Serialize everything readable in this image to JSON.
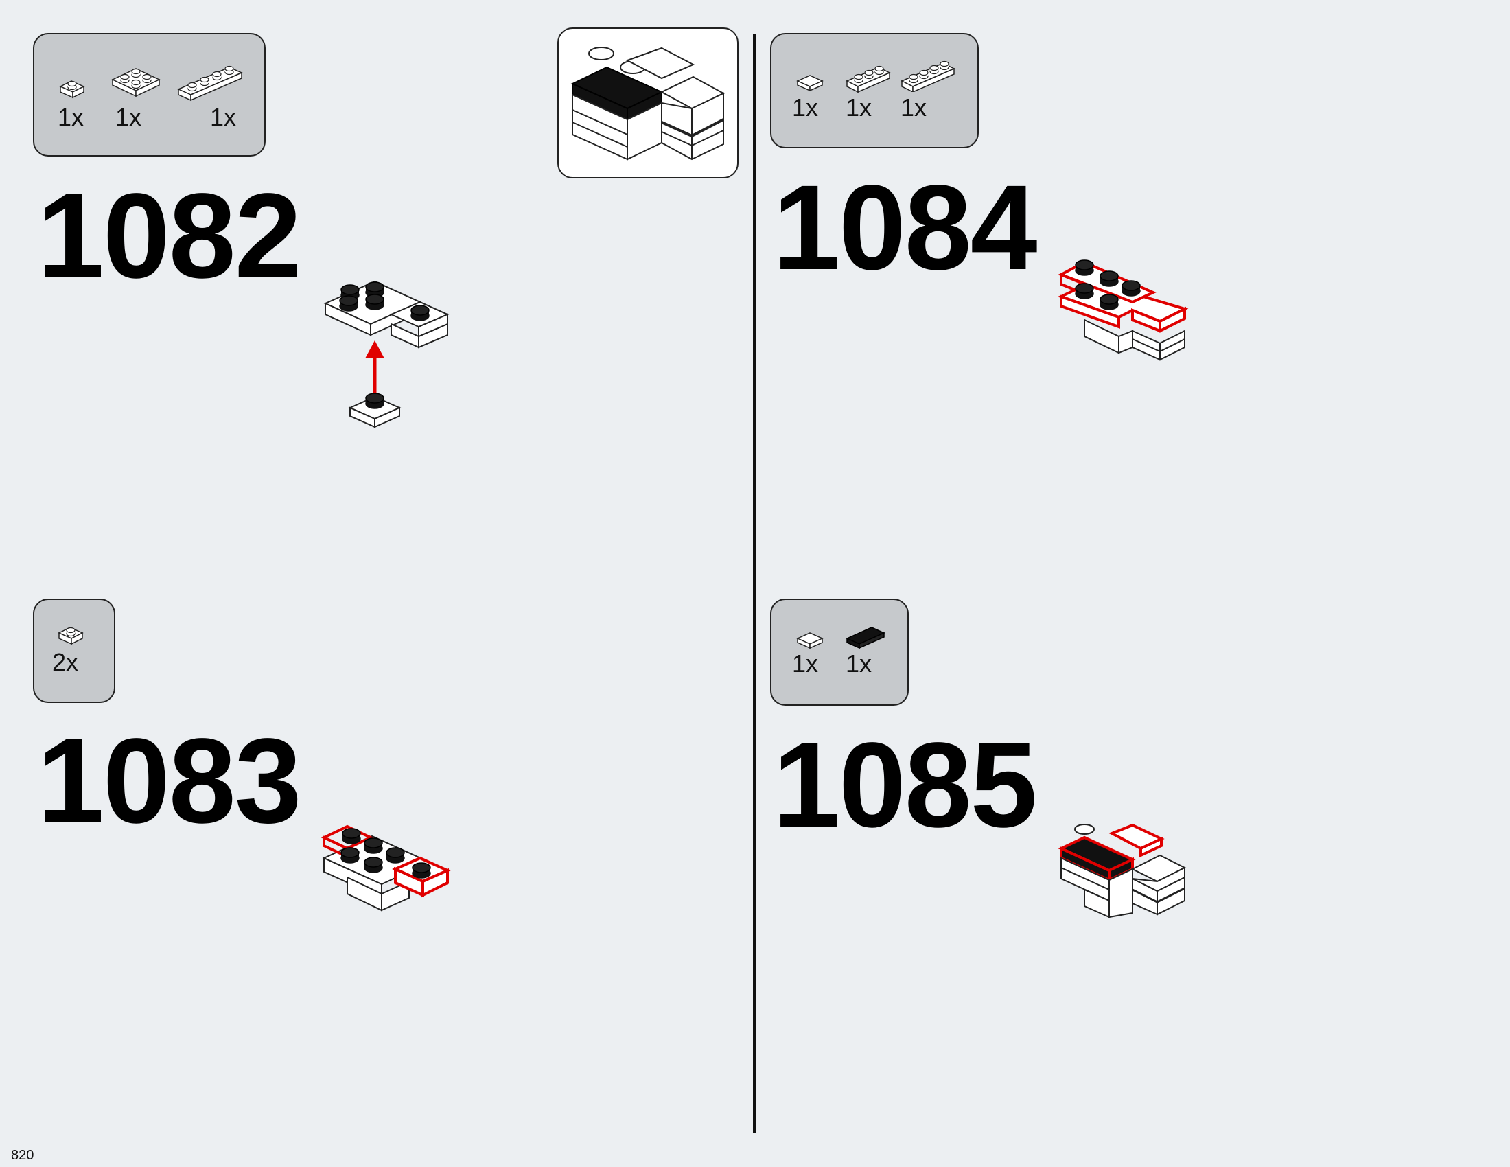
{
  "page_number": "820",
  "colors": {
    "highlight": "#e00000",
    "panel": "#c6c9cc",
    "background": "#eceff2"
  },
  "steps": [
    {
      "number": "1082",
      "parts": [
        {
          "icon": "plate-1x1-icon",
          "qty": "1x"
        },
        {
          "icon": "plate-2x2-icon",
          "qty": "1x"
        },
        {
          "icon": "plate-1x4-icon",
          "qty": "1x"
        }
      ]
    },
    {
      "number": "1083",
      "parts": [
        {
          "icon": "plate-1x1-icon",
          "qty": "2x"
        }
      ]
    },
    {
      "number": "1084",
      "parts": [
        {
          "icon": "tile-1x1-icon",
          "qty": "1x"
        },
        {
          "icon": "plate-1x3-icon",
          "qty": "1x"
        },
        {
          "icon": "plate-1x4-icon",
          "qty": "1x"
        }
      ]
    },
    {
      "number": "1085",
      "parts": [
        {
          "icon": "tile-1x1-icon",
          "qty": "1x"
        },
        {
          "icon": "tile-1x2-black-icon",
          "qty": "1x"
        }
      ]
    }
  ]
}
